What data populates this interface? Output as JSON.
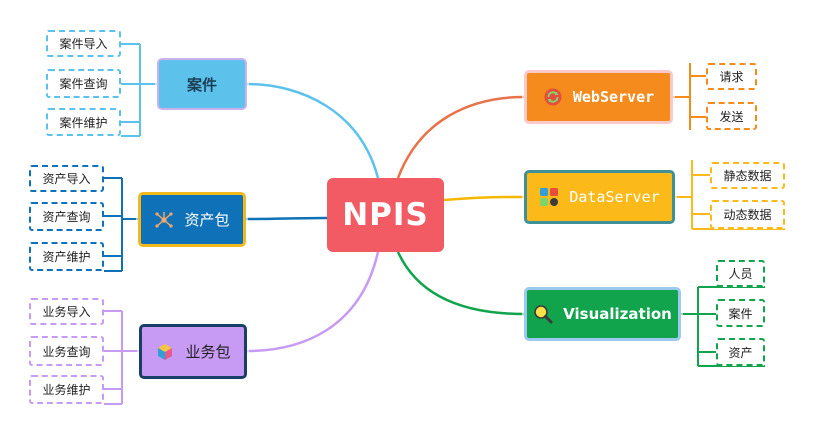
{
  "root": {
    "label": "NPIS"
  },
  "branches": [
    {
      "id": "case",
      "label": "案件",
      "color": "#5cc2ec",
      "icon": "none",
      "leaves": [
        "案件导入",
        "案件查询",
        "案件维护"
      ]
    },
    {
      "id": "asset",
      "label": "资产包",
      "color": "#0f72b8",
      "icon": "network-icon",
      "leaves": [
        "资产导入",
        "资产查询",
        "资产维护"
      ]
    },
    {
      "id": "biz",
      "label": "业务包",
      "color": "#c79af3",
      "icon": "cube-icon",
      "leaves": [
        "业务导入",
        "业务查询",
        "业务维护"
      ]
    },
    {
      "id": "web",
      "label": "WebServer",
      "color": "#f58b1d",
      "icon": "refresh-icon",
      "leaves": [
        "请求",
        "发送"
      ]
    },
    {
      "id": "data",
      "label": "DataServer",
      "color": "#fbba19",
      "icon": "dashboard-icon",
      "leaves": [
        "静态数据",
        "动态数据"
      ]
    },
    {
      "id": "vis",
      "label": "Visualization",
      "color": "#11a44c",
      "icon": "magnifier-icon",
      "leaves": [
        "人员",
        "案件",
        "资产"
      ]
    }
  ]
}
